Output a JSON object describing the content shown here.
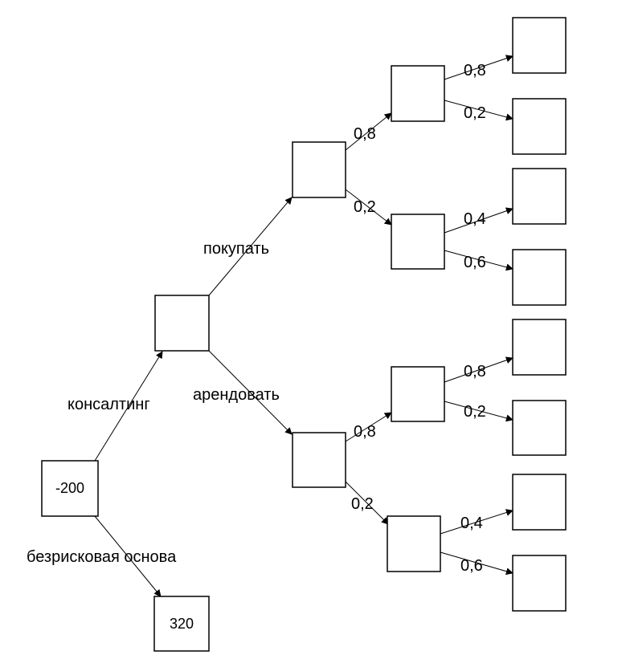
{
  "nodes": {
    "root": "-200",
    "riskfree": "320",
    "consult": "",
    "buy": "",
    "rent": "",
    "buy_high": "",
    "buy_low": "",
    "rent_high": "",
    "rent_low": "",
    "leaf1": "",
    "leaf2": "",
    "leaf3": "",
    "leaf4": "",
    "leaf5": "",
    "leaf6": "",
    "leaf7": "",
    "leaf8": ""
  },
  "labels": {
    "consulting": "консалтинг",
    "riskfree_basis": "безрисковая основа",
    "buy": "покупать",
    "rent": "арендовать",
    "buy_p_high": "0,8",
    "buy_p_low": "0,2",
    "rent_p_high": "0,8",
    "rent_p_low": "0,2",
    "leaf1_p": "0,8",
    "leaf2_p": "0,2",
    "leaf3_p": "0,4",
    "leaf4_p": "0,6",
    "leaf5_p": "0,8",
    "leaf6_p": "0,2",
    "leaf7_p": "0,4",
    "leaf8_p": "0,6"
  }
}
